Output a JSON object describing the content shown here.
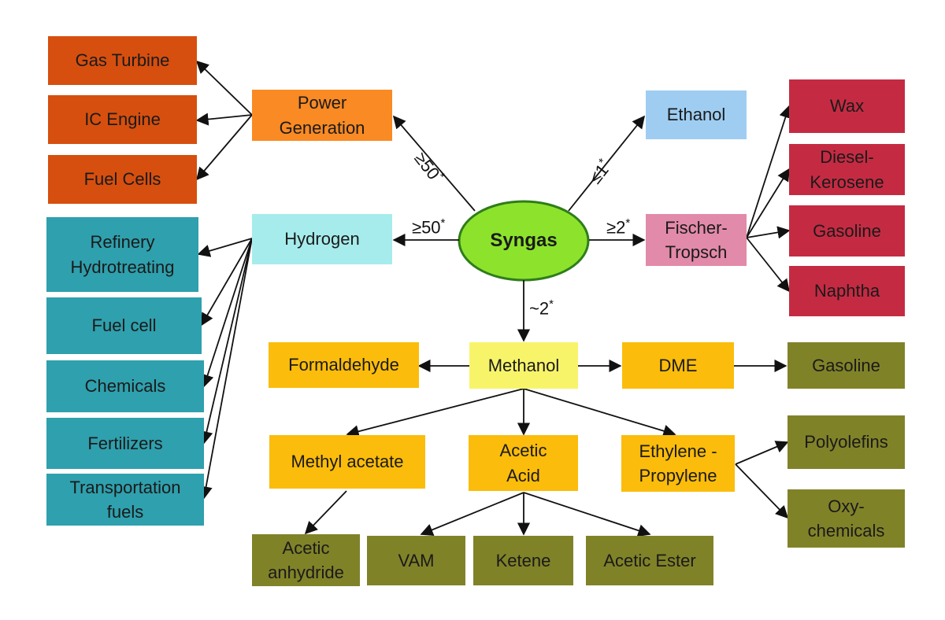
{
  "center": {
    "label": "Syngas",
    "fill": "#8de32c",
    "stroke": "#2f7d1a"
  },
  "edge_labels": {
    "power": "≥50",
    "hydrogen": "≥50",
    "ethanol": "≤1",
    "fischer": "≥2",
    "methanol": "~2",
    "asterisk": "*"
  },
  "nodes": {
    "gas_turbine": "Gas Turbine",
    "ic_engine": "IC Engine",
    "fuel_cells": "Fuel Cells",
    "power_generation": [
      "Power",
      "Generation"
    ],
    "hydrogen": "Hydrogen",
    "refinery": [
      "Refinery",
      "Hydrotreating"
    ],
    "fuel_cell": "Fuel cell",
    "chemicals": "Chemicals",
    "fertilizers": "Fertilizers",
    "transportation": [
      "Transportation",
      "fuels"
    ],
    "ethanol": "Ethanol",
    "fischer_tropsch": [
      "Fischer-",
      "Tropsch"
    ],
    "wax": "Wax",
    "diesel": [
      "Diesel-",
      "Kerosene"
    ],
    "gasoline_ft": "Gasoline",
    "naphtha": "Naphtha",
    "methanol": "Methanol",
    "formaldehyde": "Formaldehyde",
    "dme": "DME",
    "gasoline_dme": "Gasoline",
    "methyl_acetate": "Methyl acetate",
    "acetic_acid": [
      "Acetic",
      "Acid"
    ],
    "ethylene_propylene": [
      "Ethylene -",
      "Propylene"
    ],
    "polyolefins": "Polyolefins",
    "oxy_chemicals": [
      "Oxy-",
      "chemicals"
    ],
    "acetic_anhydride": [
      "Acetic",
      "anhydride"
    ],
    "vam": "VAM",
    "ketene": "Ketene",
    "acetic_ester": "Acetic Ester"
  }
}
